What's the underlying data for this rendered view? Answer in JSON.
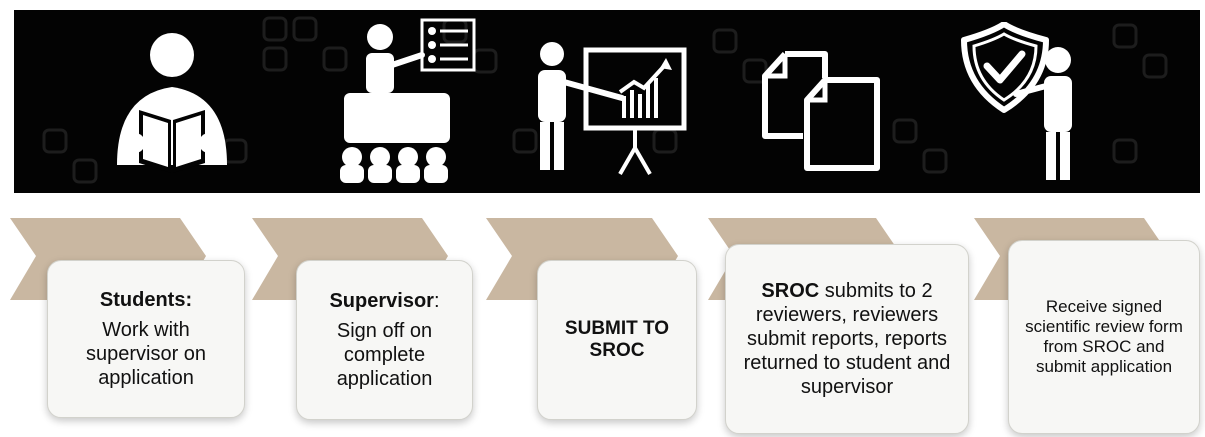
{
  "steps": [
    {
      "icon": "reading-person-icon",
      "heading": "Students:",
      "text": "Work with supervisor  on application"
    },
    {
      "icon": "presenter-audience-icon",
      "heading": "Supervisor",
      "heading_suffix": ":",
      "text": "Sign off on complete application"
    },
    {
      "icon": "presentation-chart-icon",
      "heading": "SUBMIT TO SROC",
      "text": ""
    },
    {
      "icon": "documents-icon",
      "heading": "SROC",
      "text": " submits to 2 reviewers, reviewers submit reports, reports returned to student and supervisor"
    },
    {
      "icon": "shield-check-person-icon",
      "heading": "",
      "text": "Receive signed scientific review form from SROC and submit application"
    }
  ],
  "colors": {
    "banner": "#030303",
    "arrow": "#c9b7a1",
    "card": "#f7f7f5"
  }
}
